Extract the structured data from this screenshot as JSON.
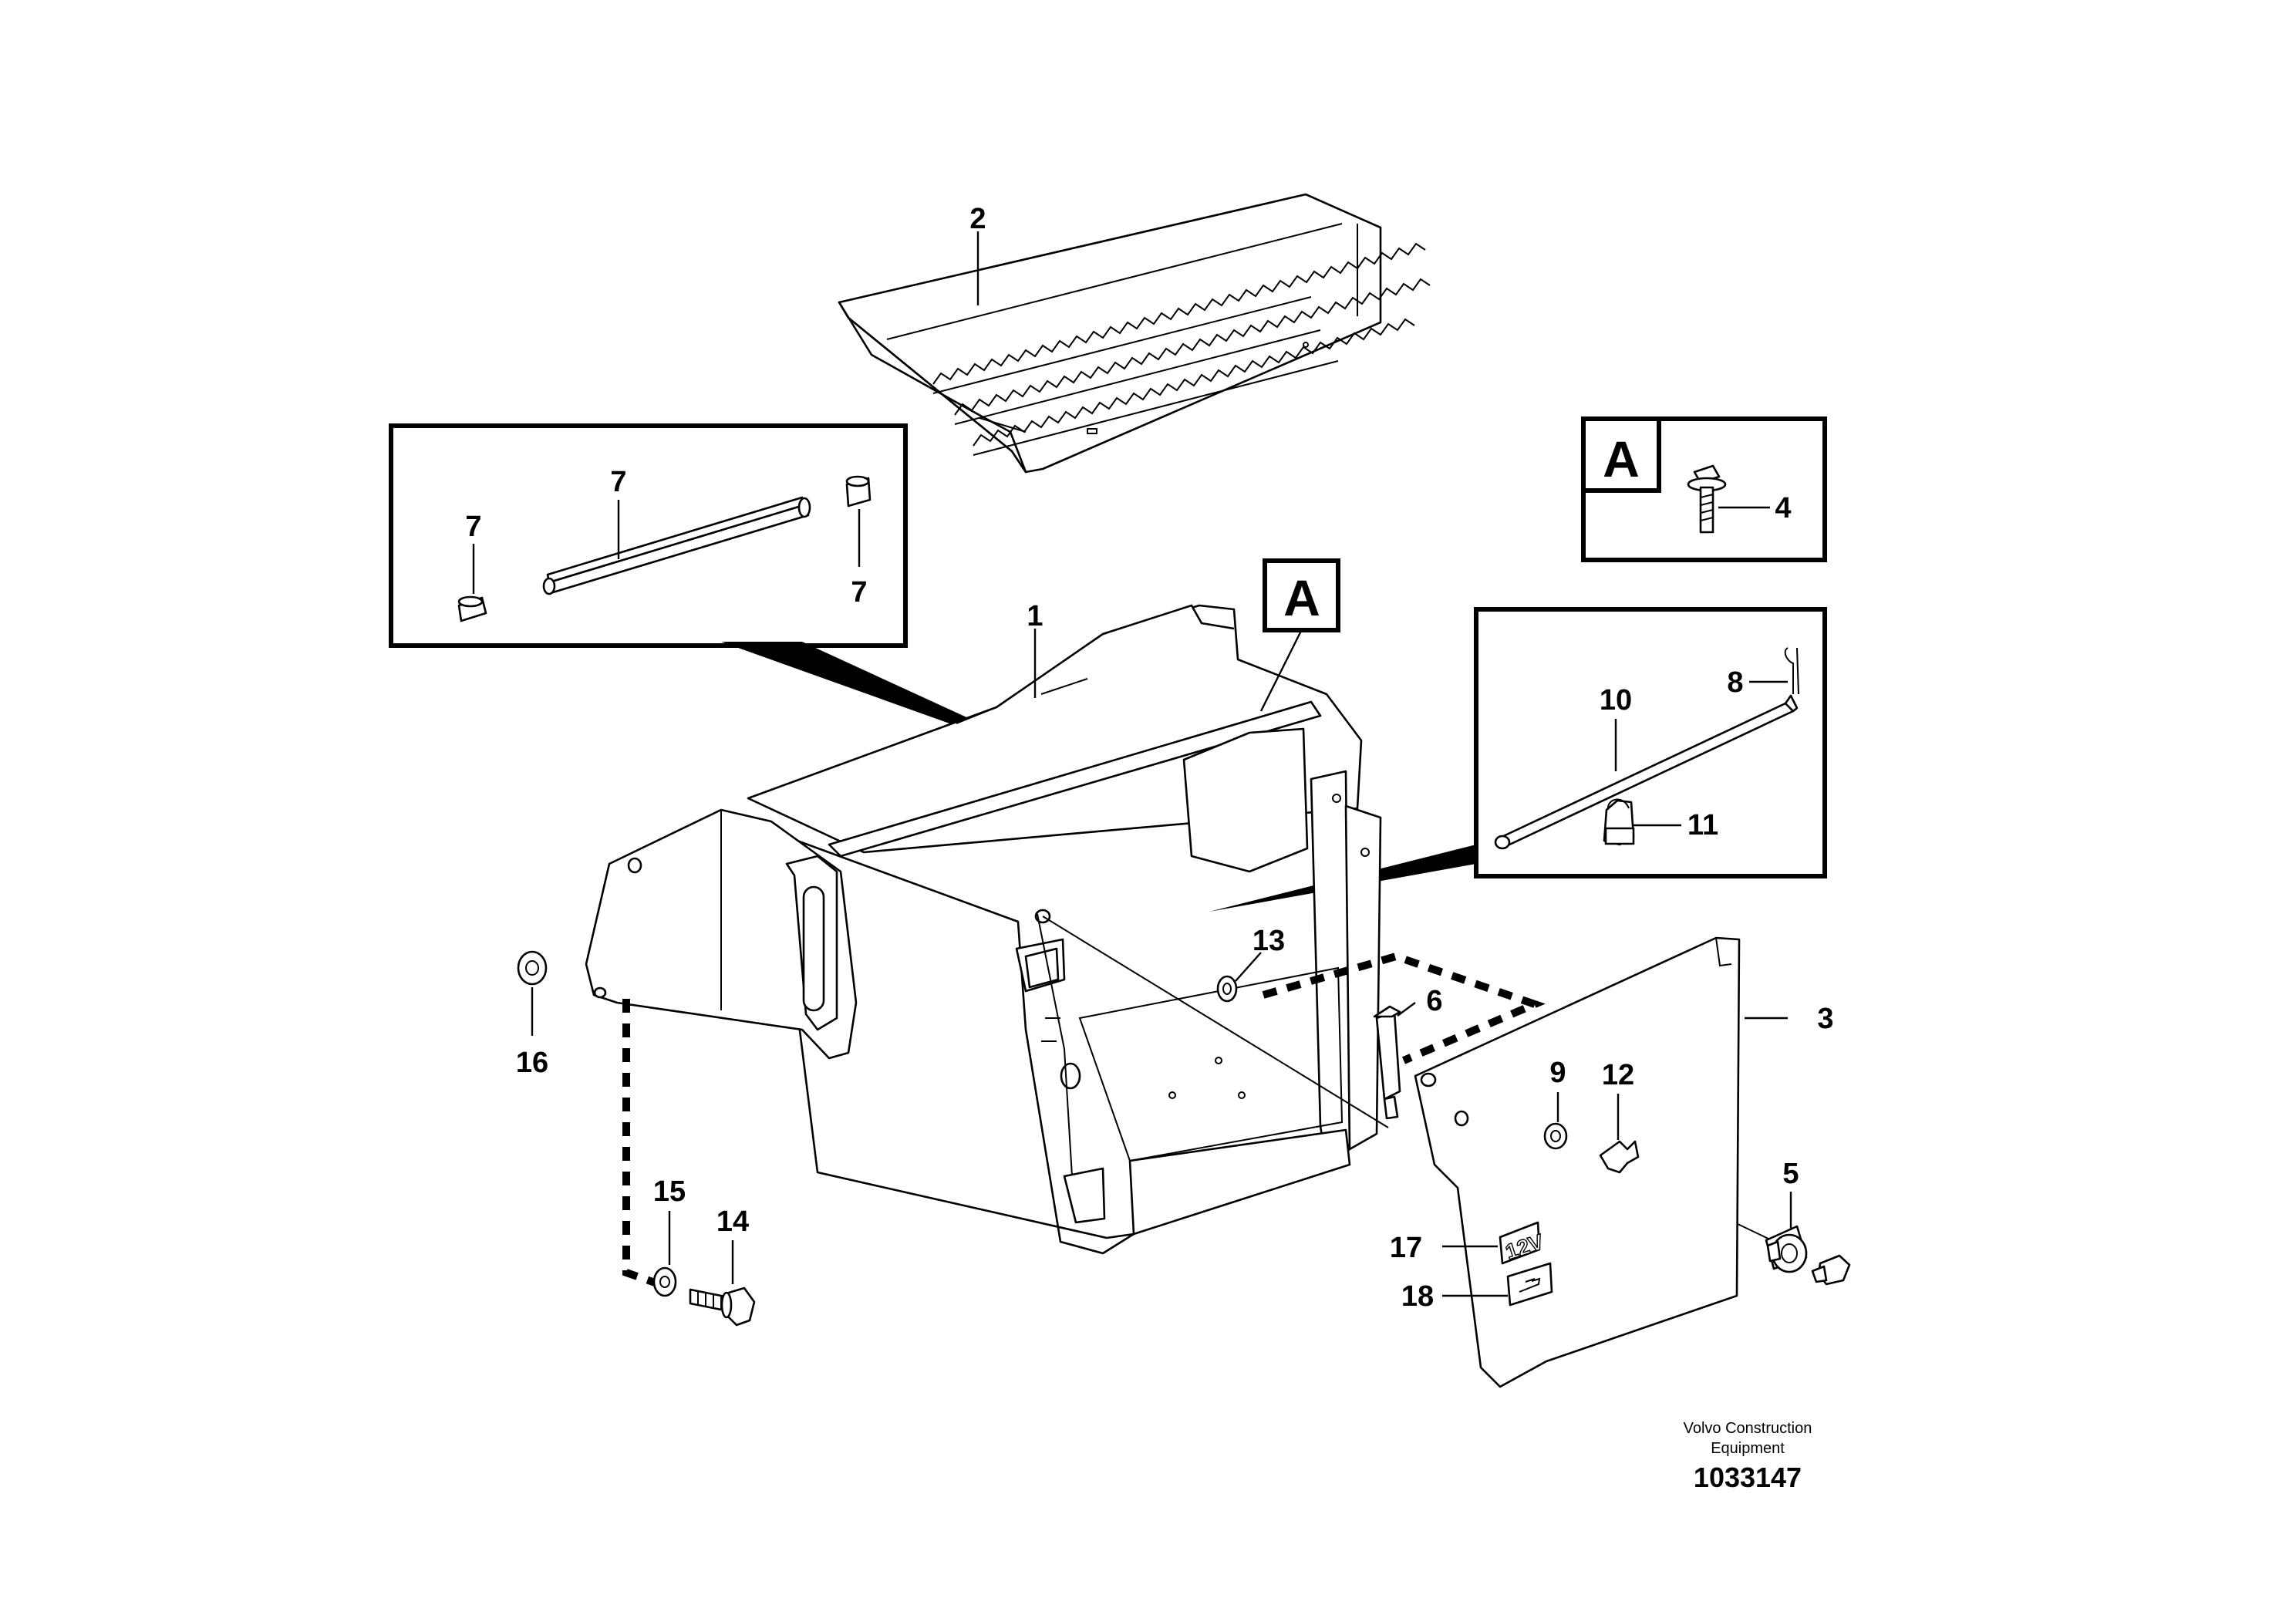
{
  "callouts": {
    "c1": "1",
    "c2": "2",
    "c3": "3",
    "c4": "4",
    "c5": "5",
    "c6": "6",
    "c7a": "7",
    "c7b": "7",
    "c7c": "7",
    "c8": "8",
    "c9": "9",
    "c10": "10",
    "c11": "11",
    "c12": "12",
    "c13": "13",
    "c14": "14",
    "c15": "15",
    "c16": "16",
    "c17": "17",
    "c18": "18"
  },
  "view_markers": {
    "detail_box": "A",
    "location_tag": "A"
  },
  "decals": {
    "voltage": "12V"
  },
  "footer": {
    "brand_line1": "Volvo Construction",
    "brand_line2": "Equipment",
    "document_number": "1033147"
  }
}
